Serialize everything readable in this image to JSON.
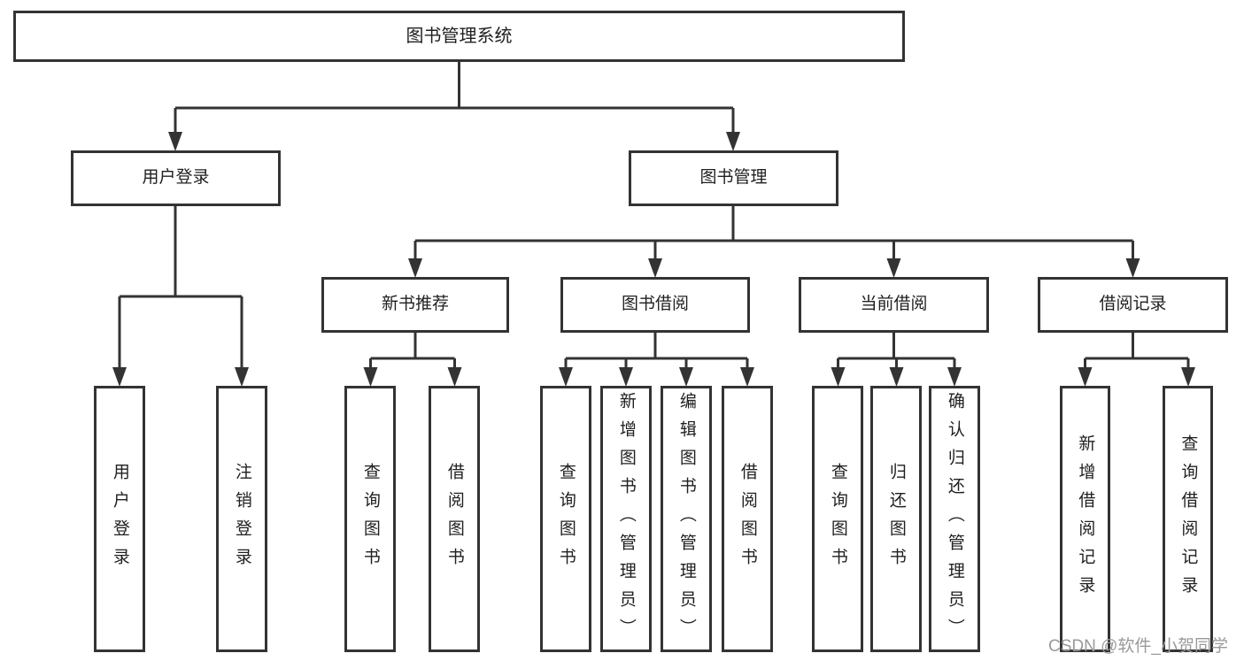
{
  "diagram": {
    "root": {
      "label": "图书管理系统"
    },
    "level2": [
      {
        "label": "用户登录"
      },
      {
        "label": "图书管理"
      }
    ],
    "level3": [
      {
        "label": "新书推荐"
      },
      {
        "label": "图书借阅"
      },
      {
        "label": "当前借阅"
      },
      {
        "label": "借阅记录"
      }
    ],
    "leaves": {
      "user_login": [
        {
          "label": "用户登录"
        },
        {
          "label": "注销登录"
        }
      ],
      "new_book": [
        {
          "label": "查询图书"
        },
        {
          "label": "借阅图书"
        }
      ],
      "book_borrow": [
        {
          "label": "查询图书"
        },
        {
          "label": "新增图书（管理员）"
        },
        {
          "label": "编辑图书（管理员）"
        },
        {
          "label": "借阅图书"
        }
      ],
      "current_borrow": [
        {
          "label": "查询图书"
        },
        {
          "label": "归还图书"
        },
        {
          "label": "确认归还（管理员）"
        }
      ],
      "borrow_records": [
        {
          "label": "新增借阅记录"
        },
        {
          "label": "查询借阅记录"
        }
      ]
    }
  },
  "watermark": {
    "text": "CSDN @软件_小贺同学"
  },
  "colors": {
    "line": "#333333",
    "text": "#1f1f1f",
    "watermark": "#9a9a9a",
    "background": "#ffffff"
  }
}
